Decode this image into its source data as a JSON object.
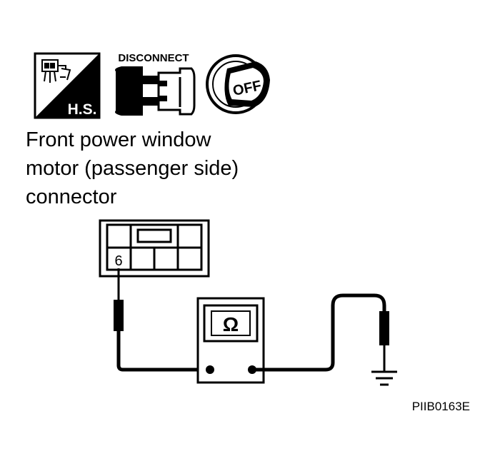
{
  "icons": {
    "harness_label": "H.S.",
    "disconnect_label": "DISCONNECT",
    "ignition_label": "OFF",
    "ohm_symbol": "Ω"
  },
  "caption": {
    "lines": [
      "Front power window",
      "motor (passenger side)",
      "connector"
    ]
  },
  "connector": {
    "terminal_number": "6"
  },
  "figure_code": "PIIB0163E"
}
